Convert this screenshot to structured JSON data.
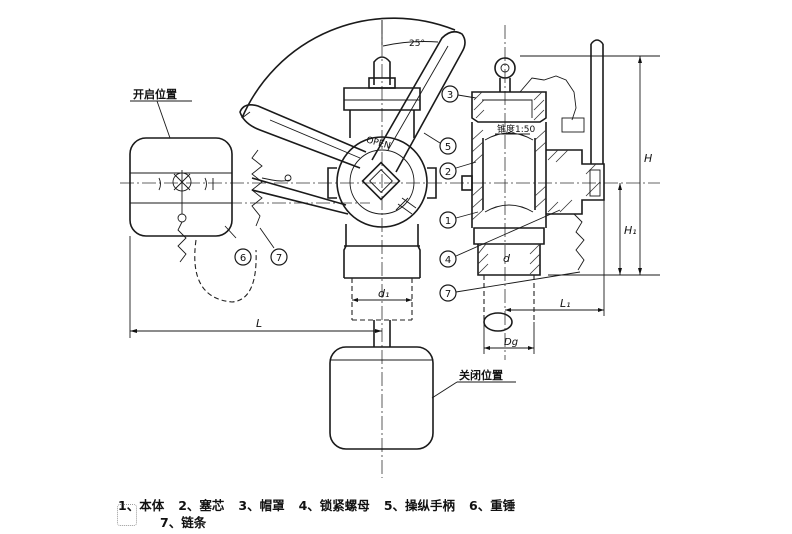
{
  "labels": {
    "open_position": "开启位置",
    "closed_position": "关闭位置",
    "open_text": "OPEN",
    "angle": "25°",
    "thread": "锥度1:50",
    "dim_L": "L",
    "dim_L1": "L₁",
    "dim_H": "H",
    "dim_H1": "H₁",
    "dim_d": "d",
    "dim_d1": "d₁",
    "dim_Dg": "Dg"
  },
  "callouts": [
    "1",
    "2",
    "3",
    "4",
    "5",
    "6",
    "7"
  ],
  "legend": {
    "row1": [
      "1、本体",
      "2、塞芯",
      "3、帽罩",
      "4、锁紧螺母",
      "5、操纵手柄",
      "6、重锤"
    ],
    "row2": [
      "7、链条"
    ]
  }
}
